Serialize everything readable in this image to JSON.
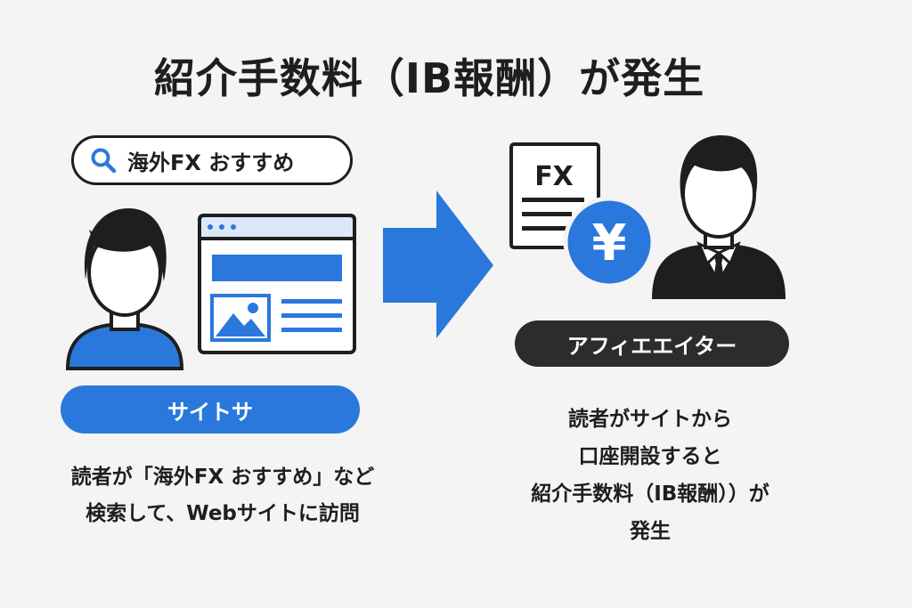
{
  "title": "紹介手数料（IB報酬）が発生",
  "search": {
    "query": "海外FX おすすめ"
  },
  "left": {
    "label": "サイトサ",
    "caption_lines": [
      "読者が「海外FX おすすめ」など",
      "検索して、Webサイトに訪問"
    ]
  },
  "right": {
    "document_label": "FX",
    "coin_symbol": "¥",
    "label": "アフィエエイター",
    "caption_lines": [
      "読者がサイトから",
      "口座開設すると",
      "紹介手数料（IB報酬））が",
      "発生"
    ]
  },
  "icons": [
    "search-icon",
    "user-icon",
    "browser-window-icon",
    "arrow-right-icon",
    "document-icon",
    "yen-coin-icon",
    "businessman-icon"
  ],
  "colors": {
    "accent_blue": "#2b78dc",
    "dark": "#1e1e1e",
    "pill_dark": "#2c2c2c",
    "background": "#f4f4f4"
  }
}
